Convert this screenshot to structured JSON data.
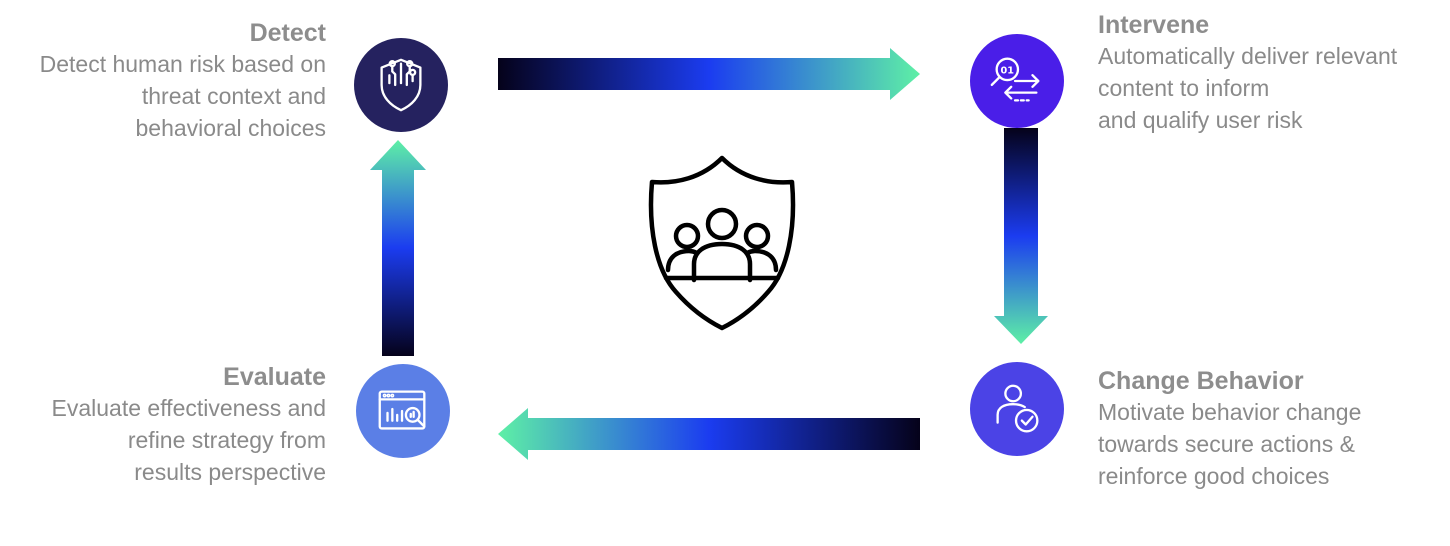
{
  "steps": {
    "detect": {
      "title": "Detect",
      "text": "Detect human risk based on\nthreat context and\nbehavioral choices",
      "icon": "shield-circuit-icon",
      "color": "#25225f"
    },
    "intervene": {
      "title": "Intervene",
      "text": "Automatically deliver relevant\ncontent to inform\nand qualify user risk",
      "icon": "search-exchange-icon",
      "color": "#4a1ee8"
    },
    "change_behavior": {
      "title": "Change Behavior",
      "text": "Motivate behavior change\ntowards secure actions &\nreinforce good choices",
      "icon": "user-check-icon",
      "color": "#4b43e6"
    },
    "evaluate": {
      "title": "Evaluate",
      "text": "Evaluate effectiveness and\nrefine strategy from\nresults perspective",
      "icon": "report-magnifier-icon",
      "color": "#5b7fe6"
    }
  },
  "center": {
    "icon": "shield-users-icon"
  },
  "arrow_gradient": {
    "dark": "#05021a",
    "mid": "#1b3cf0",
    "light": "#5ef0a6"
  }
}
